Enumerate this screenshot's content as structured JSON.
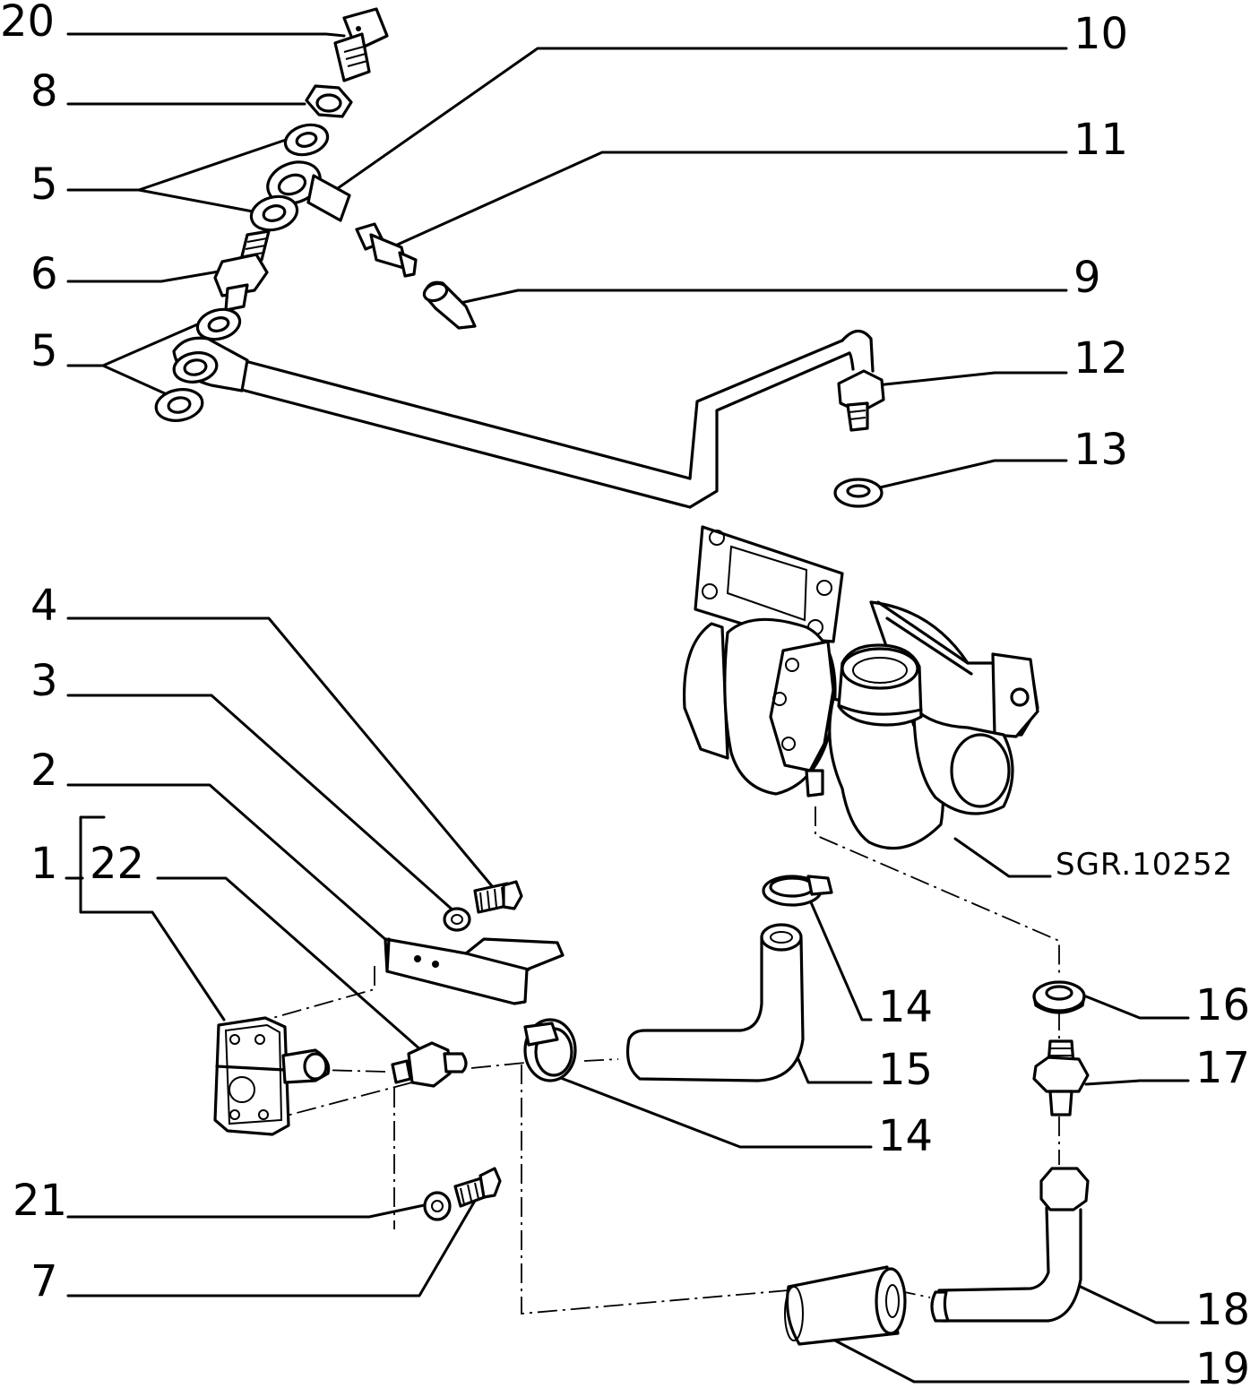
{
  "drawing_code": "SGR.10252",
  "callouts": {
    "c20": "20",
    "c8": "8",
    "c5a": "5",
    "c6": "6",
    "c5b": "5",
    "c10": "10",
    "c11": "11",
    "c9": "9",
    "c12": "12",
    "c13": "13",
    "c4": "4",
    "c3": "3",
    "c2": "2",
    "c1": "1",
    "c22": "22",
    "c21": "21",
    "c7": "7",
    "c14a": "14",
    "c15": "15",
    "c14b": "14",
    "c16": "16",
    "c17": "17",
    "c18": "18",
    "c19": "19"
  }
}
